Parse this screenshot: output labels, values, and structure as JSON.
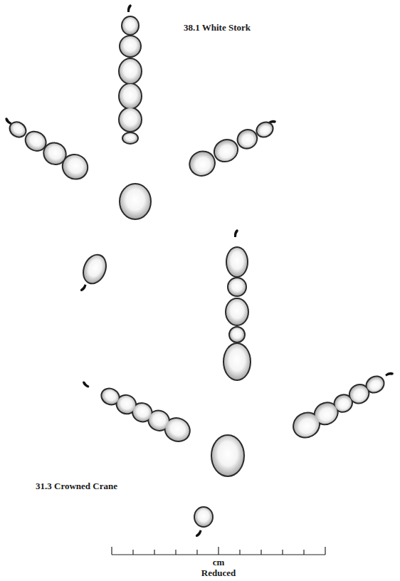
{
  "diagram": {
    "labels": [
      "38.1 White Stork",
      "31.3 Crowned Crane",
      "cm",
      "Reduced"
    ]
  }
}
